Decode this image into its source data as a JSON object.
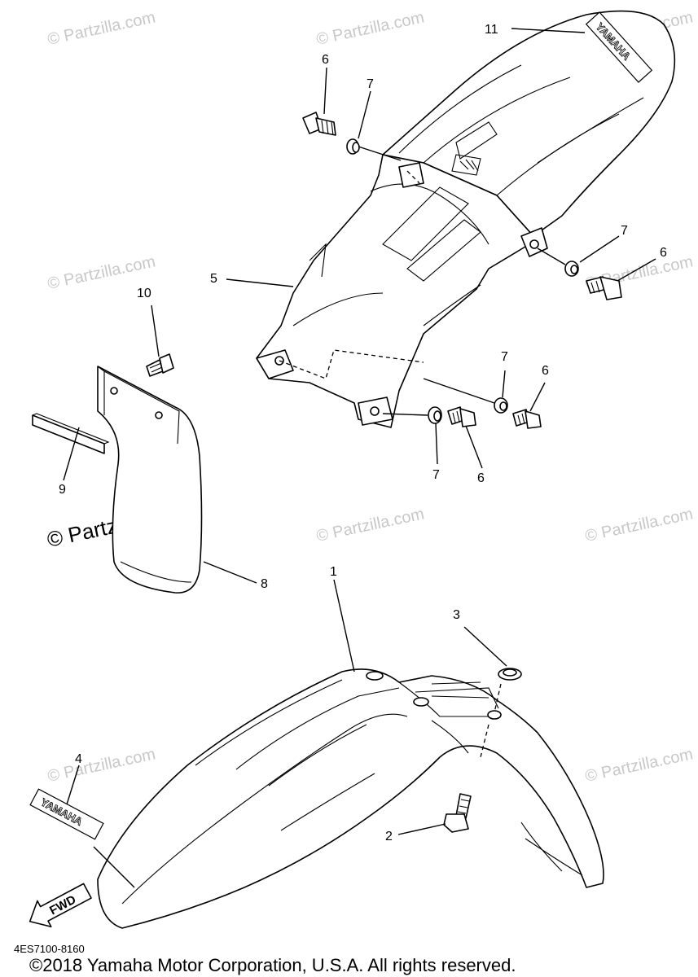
{
  "diagram": {
    "code": "4ES7100-8160",
    "copyright": "©2018 Yamaha Motor Corporation, U.S.A. All rights reserved.",
    "watermark": "© Partzilla.com",
    "callouts": {
      "p1": "1",
      "p2": "2",
      "p3": "3",
      "p4": "4",
      "p5": "5",
      "p6a": "6",
      "p6b": "6",
      "p6c": "6",
      "p6d": "6",
      "p7a": "7",
      "p7b": "7",
      "p7c": "7",
      "p7d": "7",
      "p8": "8",
      "p9": "9",
      "p10": "10",
      "p11": "11"
    },
    "decal_text": "YAMAHA",
    "arrow_text": "FWD"
  }
}
